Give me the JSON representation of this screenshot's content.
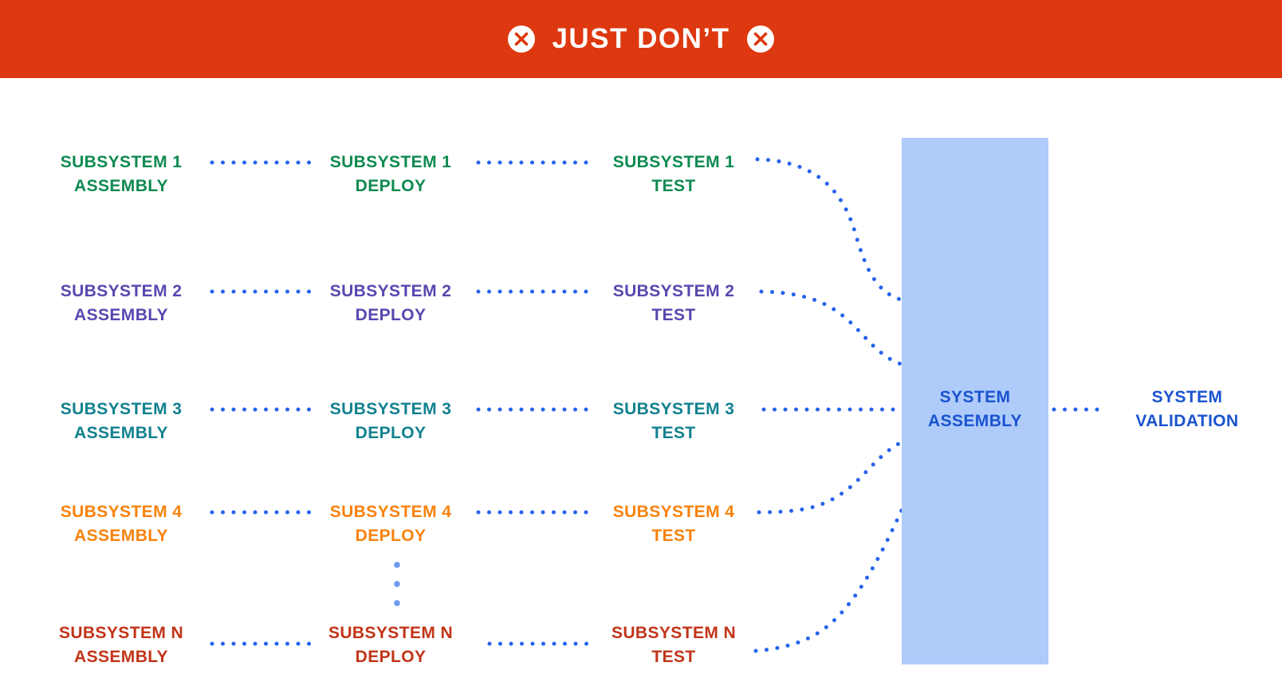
{
  "banner": {
    "title": "JUST DON’T",
    "background": "#DD380F",
    "icon": "x-circle"
  },
  "palette": {
    "dot_blue": "#2563EB",
    "ellipsis_blue": "#6D9BEF",
    "box_fill": "#AECBFA",
    "system_text": "#1A53CE",
    "banner_red": "#DD380F"
  },
  "rows": [
    {
      "label": "Subsystem 1",
      "color": "#0E8A50",
      "assembly": {
        "line1": "SUBSYSTEM 1",
        "line2": "ASSEMBLY"
      },
      "deploy": {
        "line1": "SUBSYSTEM 1",
        "line2": "DEPLOY"
      },
      "test": {
        "line1": "SUBSYSTEM 1",
        "line2": "TEST"
      }
    },
    {
      "label": "Subsystem 2",
      "color": "#5A46B0",
      "assembly": {
        "line1": "SUBSYSTEM 2",
        "line2": "ASSEMBLY"
      },
      "deploy": {
        "line1": "SUBSYSTEM 2",
        "line2": "DEPLOY"
      },
      "test": {
        "line1": "SUBSYSTEM 2",
        "line2": "TEST"
      }
    },
    {
      "label": "Subsystem 3",
      "color": "#12818F",
      "assembly": {
        "line1": "SUBSYSTEM 3",
        "line2": "ASSEMBLY"
      },
      "deploy": {
        "line1": "SUBSYSTEM 3",
        "line2": "DEPLOY"
      },
      "test": {
        "line1": "SUBSYSTEM 3",
        "line2": "TEST"
      }
    },
    {
      "label": "Subsystem 4",
      "color": "#F8820D",
      "assembly": {
        "line1": "SUBSYSTEM 4",
        "line2": "ASSEMBLY"
      },
      "deploy": {
        "line1": "SUBSYSTEM 4",
        "line2": "DEPLOY"
      },
      "test": {
        "line1": "SUBSYSTEM 4",
        "line2": "TEST"
      }
    },
    {
      "label": "Subsystem N",
      "color": "#C23418",
      "assembly": {
        "line1": "SUBSYSTEM N",
        "line2": "ASSEMBLY"
      },
      "deploy": {
        "line1": "SUBSYSTEM N",
        "line2": "DEPLOY"
      },
      "test": {
        "line1": "SUBSYSTEM N",
        "line2": "TEST"
      }
    }
  ],
  "system_assembly": {
    "line1": "SYSTEM",
    "line2": "ASSEMBLY"
  },
  "system_validation": {
    "line1": "SYSTEM",
    "line2": "VALIDATION"
  }
}
